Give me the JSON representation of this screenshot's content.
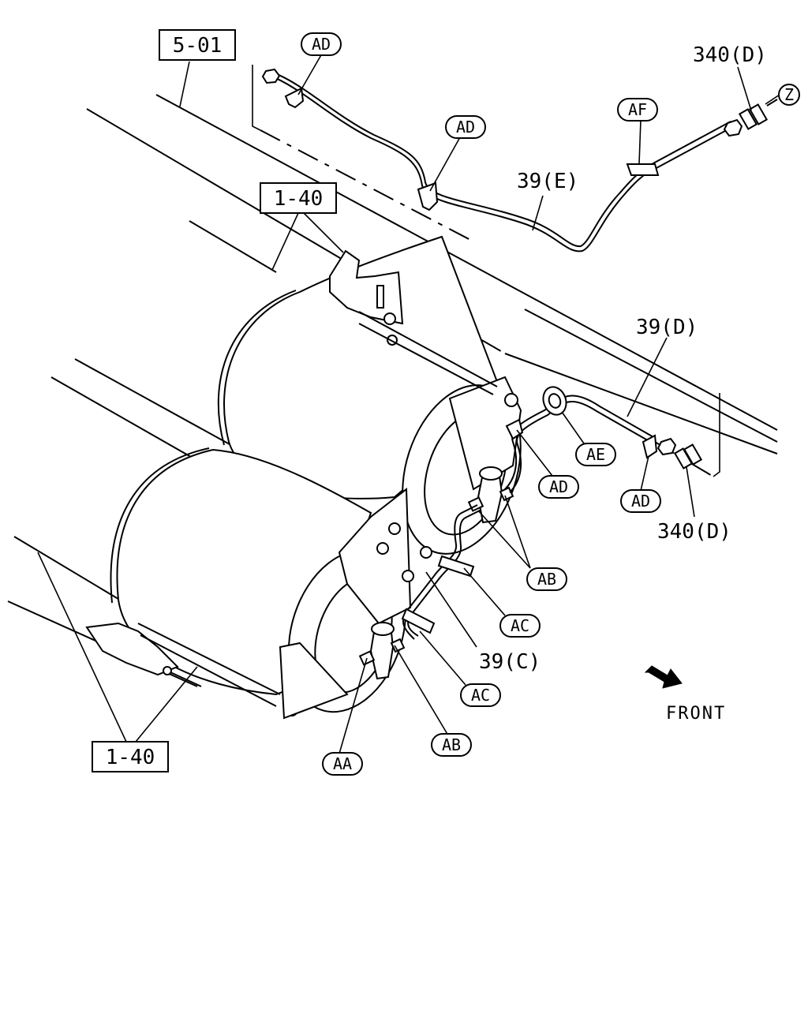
{
  "boxed_labels": {
    "ref_501": "5-01",
    "ref_140_top": "1-40",
    "ref_140_bottom": "1-40"
  },
  "circled_labels": {
    "ad_1": "AD",
    "ad_2": "AD",
    "ad_3": "AD",
    "ad_4": "AD",
    "af": "AF",
    "z": "Z",
    "ae": "AE",
    "ab_1": "AB",
    "ab_2": "AB",
    "ac_1": "AC",
    "ac_2": "AC",
    "aa": "AA"
  },
  "part_labels": {
    "p340d_top": "340(D)",
    "p39e": "39(E)",
    "p39d": "39(D)",
    "p340d_mid": "340(D)",
    "p39c": "39(C)"
  },
  "front_label": "FRONT"
}
